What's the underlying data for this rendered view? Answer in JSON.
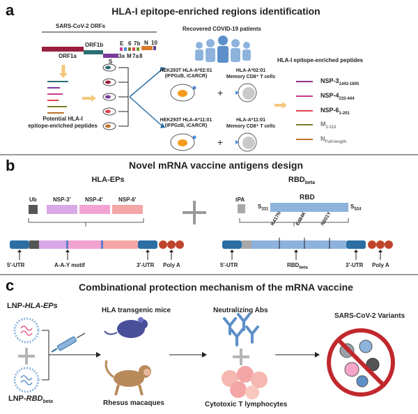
{
  "panel_a": {
    "letter": "a",
    "title": "HLA-I epitope-enriched regions identification",
    "orfs_label": "SARS-CoV-2 ORFs",
    "orf_names": [
      "ORF1a",
      "ORF1b",
      "S",
      "E",
      "3a",
      "M",
      "6",
      "7b",
      "7a",
      "8",
      "N",
      "10"
    ],
    "patients_label": "Recovered COVID-19 patients",
    "cell_line_1": "HEK293T HLA-A*02:01",
    "cell_line_1_sub": "(IFPGzB, iCARCR)",
    "tcell_1": "HLA-A*02:01",
    "tcell_1_sub": "Memory CD8⁺ T cells",
    "cell_line_2": "HEK293T HLA-A*11:01",
    "cell_line_2_sub": "(IFPGzB, iCARCR)",
    "tcell_2": "HLA-A*11:01",
    "tcell_2_sub": "Memory CD8⁺ T cells",
    "plus": "+",
    "potential_label_1": "Potential HLA-I",
    "potential_label_2": "epitope-enriched peptides",
    "enriched_label": "HLA-I epitope-enriched peptides",
    "peptides": [
      {
        "name": "NSP-3",
        "sub": "1443-1605",
        "color": "#8e2f8e"
      },
      {
        "name": "NSP-4",
        "sub": "232-444",
        "color": "#c63b8f"
      },
      {
        "name": "NSP-6",
        "sub": "1-201",
        "color": "#e0444a"
      },
      {
        "name": "M",
        "sub": "1-113",
        "color": "#7a7a2a"
      },
      {
        "name": "N",
        "sub": "Full-length",
        "color": "#c0722a"
      }
    ]
  },
  "panel_b": {
    "letter": "b",
    "title": "Novel mRNA vaccine antigens design",
    "hla_eps_title": "HLA-EPs",
    "rbd_title": "RBD",
    "rbd_title_sub": "beta",
    "ub": "Ub",
    "nsp3": "NSP-3'",
    "nsp4": "NSP-4'",
    "nsp6": "NSP-6'",
    "utr5": "5'-UTR",
    "utr3": "3'-UTR",
    "aay": "A-A-Y motif",
    "polya": "Poly A",
    "tpa": "tPA",
    "rbd_box": "RBD",
    "s_start": "S",
    "s_start_sub": "331",
    "s_end": "S",
    "s_end_sub": "524",
    "mutations": [
      "K417N",
      "E484K",
      "N501Y"
    ],
    "rbd_beta": "RBD",
    "rbd_beta_sub": "beta",
    "plus": "+"
  },
  "panel_c": {
    "letter": "c",
    "title": "Combinational protection mechanism of the mRNA vaccine",
    "lnp1": "LNP-",
    "lnp1_italic": "HLA-EPs",
    "lnp2": "LNP-",
    "lnp2_italic": "RBD",
    "lnp2_sub": "beta",
    "mice": "HLA transgenic mice",
    "macaques": "Rhesus macaques",
    "abs": "Neutralizing Abs",
    "ctl": "Cytotoxic T lymphocytes",
    "variants": "SARS-CoV-2 Variants",
    "plus": "+"
  }
}
